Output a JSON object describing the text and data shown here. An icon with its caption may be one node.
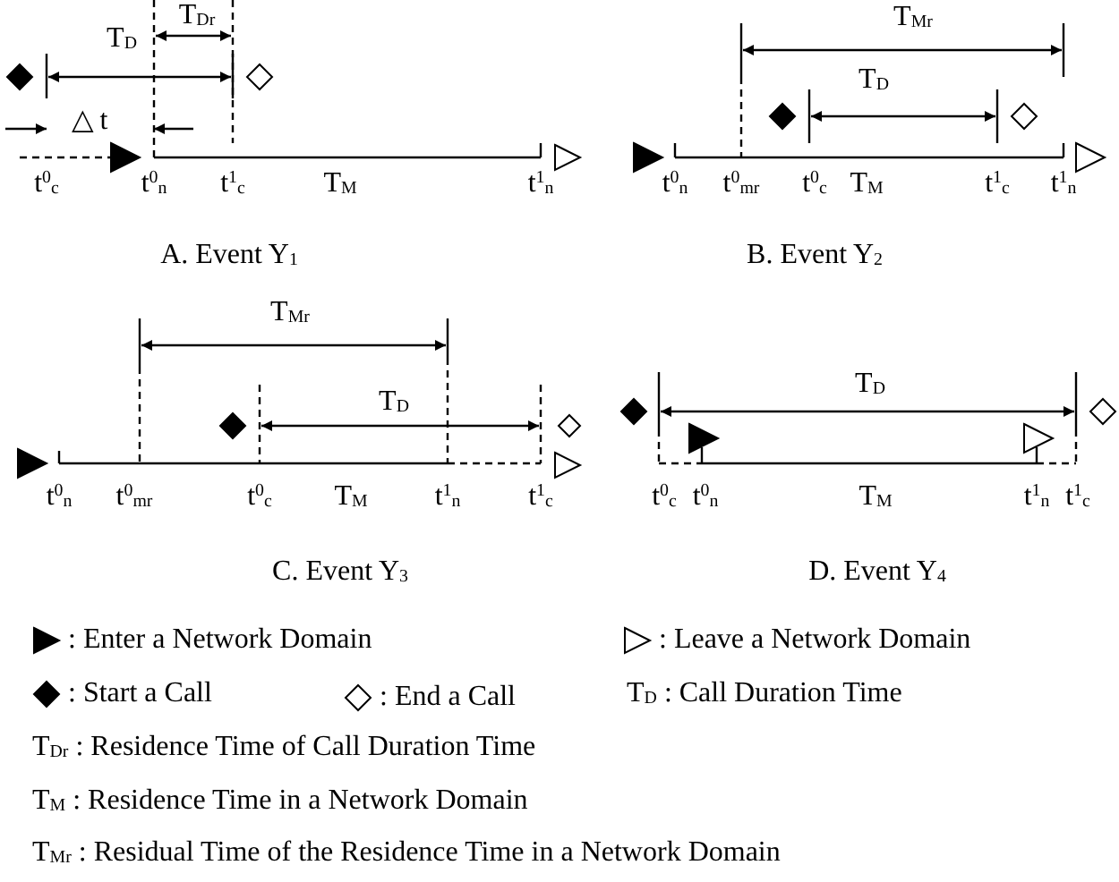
{
  "diagram": {
    "labels": [
      "T$_{Dr}$",
      "T$_{D}$",
      "△ t",
      "t$^{0}$$_{c}$",
      "t$^{0}$$_{n}$",
      "t$^{1}$$_{c}$",
      "T$_{M}$",
      "t$^{1}$$_{n}$",
      "A. Event Y$_{1}$",
      "T$_{Mr}$",
      "T$_{D}$",
      "t$^{0}$$_{n}$",
      "t$^{0}$$_{mr}$",
      "t$^{0}$$_{c}$",
      "T$_{M}$",
      "t$^{1}$$_{c}$",
      "t$^{1}$$_{n}$",
      "B. Event Y$_{2}$",
      "T$_{Mr}$",
      "T$_{D}$",
      "t$^{0}$$_{n}$",
      "t$^{0}$$_{mr}$",
      "t$^{0}$$_{c}$",
      "T$_{M}$",
      "t$^{1}$$_{n}$",
      "t$^{1}$$_{c}$",
      "C. Event Y$_{3}$",
      "T$_{D}$",
      "t$^{0}$$_{c}$",
      "t$^{0}$$_{n}$",
      "T$_{M}$",
      "t$^{1}$$_{n}$",
      "t$^{1}$$_{c}$",
      "D. Event Y$_{4}$",
      "T$_{D}$ : Call Duration Time",
      "T$_{Dr}$ : Residence Time of Call Duration Time",
      "T$_{M}$ : Residence Time in a Network Domain",
      "T$_{Mr}$ : Residual Time of the Residence Time in a Network Domain"
    ],
    "legend": [
      {
        "text": ": Enter a Network Domain"
      },
      {
        "text": ": Leave a Network Domain"
      },
      {
        "text": ": Start a Call"
      },
      {
        "text": ": End a Call"
      }
    ]
  }
}
